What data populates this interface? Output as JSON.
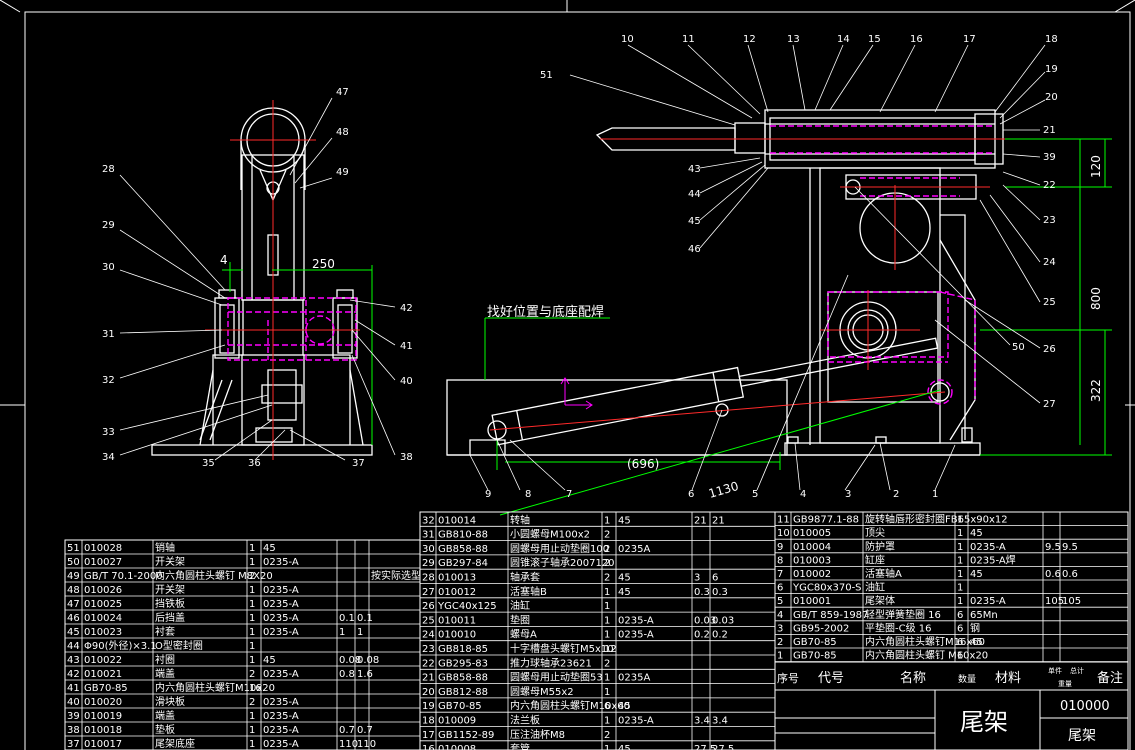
{
  "drawing": {
    "title": "尾架",
    "drawing_number": "010000",
    "product_name": "尾架",
    "annotation_weld": "找好位置与底座配焊",
    "colors": {
      "background": "#000000",
      "line": "#ffffff",
      "centerline": "#ff2a2a",
      "dimension": "#00ff00",
      "hidden": "#ff00ff",
      "callout": "#ffffff"
    }
  },
  "dimensions": {
    "d4": "4",
    "d250": "250",
    "d696": "(696)",
    "d1130": "1130",
    "d120": "120",
    "d800": "800",
    "d322": "322"
  },
  "callouts_left": {
    "n28": "28",
    "n29": "29",
    "n30": "30",
    "n31": "31",
    "n32": "32",
    "n33": "33",
    "n34": "34",
    "n35": "35",
    "n36": "36",
    "n37": "37",
    "n38": "38",
    "n40": "40",
    "n41": "41",
    "n42": "42",
    "n47": "47",
    "n48": "48",
    "n49": "49"
  },
  "callouts_right": {
    "n1": "1",
    "n2": "2",
    "n3": "3",
    "n4": "4",
    "n5": "5",
    "n6": "6",
    "n7": "7",
    "n8": "8",
    "n9": "9",
    "n10": "10",
    "n11": "11",
    "n12": "12",
    "n13": "13",
    "n14": "14",
    "n15": "15",
    "n16": "16",
    "n17": "17",
    "n18": "18",
    "n19": "19",
    "n20": "20",
    "n21": "21",
    "n22": "22",
    "n23": "23",
    "n24": "24",
    "n25": "25",
    "n26": "26",
    "n27": "27",
    "n39": "39",
    "n43": "43",
    "n44": "44",
    "n45": "45",
    "n46": "46",
    "n50": "50",
    "n51": "51"
  },
  "bom_left": [
    [
      "51",
      "010028",
      "销轴",
      "1",
      "45",
      "",
      "",
      ""
    ],
    [
      "50",
      "010027",
      "开关架",
      "1",
      "0235-A",
      "",
      "",
      ""
    ],
    [
      "49",
      "GB/T 70.1-2000",
      "内六角圆柱头螺钉 M8X20",
      "2",
      "",
      "",
      "",
      "按实际选型"
    ],
    [
      "48",
      "010026",
      "开关架",
      "1",
      "0235-A",
      "",
      "",
      ""
    ],
    [
      "47",
      "010025",
      "挡铁板",
      "1",
      "0235-A",
      "",
      "",
      ""
    ],
    [
      "46",
      "010024",
      "后挡盖",
      "1",
      "0235-A",
      "0.1",
      "0.1",
      ""
    ],
    [
      "45",
      "010023",
      "衬套",
      "1",
      "0235-A",
      "1",
      "1",
      ""
    ],
    [
      "44",
      "Φ90(外径)×3.1",
      "O型密封圈",
      "1",
      "",
      "",
      "",
      ""
    ],
    [
      "43",
      "010022",
      "衬圈",
      "1",
      "45",
      "0.08",
      "0.08",
      ""
    ],
    [
      "42",
      "010021",
      "端盖",
      "2",
      "0235-A",
      "0.8",
      "1.6",
      ""
    ],
    [
      "41",
      "GB70-85",
      "内六角圆柱头螺钉M10x20",
      "16",
      "",
      "",
      "",
      ""
    ],
    [
      "40",
      "010020",
      "滑块板",
      "2",
      "0235-A",
      "",
      "",
      ""
    ],
    [
      "39",
      "010019",
      "端盖",
      "1",
      "0235-A",
      "",
      "",
      ""
    ],
    [
      "38",
      "010018",
      "垫板",
      "1",
      "0235-A",
      "0.7",
      "0.7",
      ""
    ],
    [
      "37",
      "010017",
      "尾架底座",
      "1",
      "0235-A",
      "110",
      "110",
      ""
    ]
  ],
  "bom_middle": [
    [
      "32",
      "010014",
      "转轴",
      "1",
      "45",
      "21",
      "21"
    ],
    [
      "31",
      "GB810-88",
      "小圆螺母M100x2",
      "2",
      "",
      "",
      ""
    ],
    [
      "30",
      "GB858-88",
      "圆螺母用止动垫圈100",
      "2",
      "0235A",
      "",
      ""
    ],
    [
      "29",
      "GB297-84",
      "圆锥滚子轴承2007120",
      "2",
      "",
      "",
      ""
    ],
    [
      "28",
      "010013",
      "轴承套",
      "2",
      "45",
      "3",
      "6"
    ],
    [
      "27",
      "010012",
      "活塞轴B",
      "1",
      "45",
      "0.3",
      "0.3"
    ],
    [
      "26",
      "YGC40x125",
      "油缸",
      "1",
      "",
      "",
      ""
    ],
    [
      "25",
      "010011",
      "垫圈",
      "1",
      "0235-A",
      "0.03",
      "0.03"
    ],
    [
      "24",
      "010010",
      "螺母A",
      "1",
      "0235-A",
      "0.2",
      "0.2"
    ],
    [
      "23",
      "GB818-85",
      "十字槽盘头螺钉M5x10",
      "12",
      "",
      "",
      ""
    ],
    [
      "22",
      "GB295-83",
      "推力球轴承23621",
      "2",
      "",
      "",
      ""
    ],
    [
      "21",
      "GB858-88",
      "圆螺母用止动垫圈53",
      "1",
      "0235A",
      "",
      ""
    ],
    [
      "20",
      "GB812-88",
      "圆螺母M55x2",
      "1",
      "",
      "",
      ""
    ],
    [
      "19",
      "GB70-85",
      "内六角圆柱头螺钉M10x60",
      "6",
      "45",
      "",
      ""
    ],
    [
      "18",
      "010009",
      "法兰板",
      "1",
      "0235-A",
      "3.4",
      "3.4"
    ],
    [
      "17",
      "GB1152-89",
      "压注油杯M8",
      "2",
      "",
      "",
      ""
    ],
    [
      "16",
      "010008",
      "套管",
      "1",
      "45",
      "27.5",
      "27.5"
    ]
  ],
  "bom_right": [
    [
      "11",
      "GB9877.1-88",
      "旋转轴唇形密封圈FB65x90x12",
      "1",
      "",
      "",
      ""
    ],
    [
      "10",
      "010005",
      "顶尖",
      "1",
      "45",
      "",
      ""
    ],
    [
      "9",
      "010004",
      "防护罩",
      "1",
      "0235-A",
      "9.5",
      "9.5"
    ],
    [
      "8",
      "010003",
      "缸座",
      "1",
      "0235-A焊",
      "",
      ""
    ],
    [
      "7",
      "010002",
      "活塞轴A",
      "1",
      "45",
      "0.6",
      "0.6"
    ],
    [
      "6",
      "YGC80x370-S",
      "油缸",
      "1",
      "",
      "",
      ""
    ],
    [
      "5",
      "010001",
      "尾架体",
      "1",
      "0235-A",
      "105",
      "105"
    ],
    [
      "4",
      "GB/T 859-1987",
      "轻型弹簧垫圈 16",
      "6",
      "65Mn",
      "",
      ""
    ],
    [
      "3",
      "GB95-2002",
      "平垫圈-C级 16",
      "6",
      "钢",
      "",
      ""
    ],
    [
      "2",
      "GB70-85",
      "内六角圆柱头螺钉M16x60",
      "6",
      "45",
      "",
      ""
    ],
    [
      "1",
      "GB70-85",
      "内六角圆柱头螺钉 M10x20",
      "6",
      "",
      "",
      ""
    ]
  ],
  "bom_header": {
    "seq": "序号",
    "code": "代号",
    "name": "名称",
    "qty": "数量",
    "material": "材料",
    "single": "单件",
    "total": "总计",
    "weight": "重量",
    "remark": "备注"
  }
}
